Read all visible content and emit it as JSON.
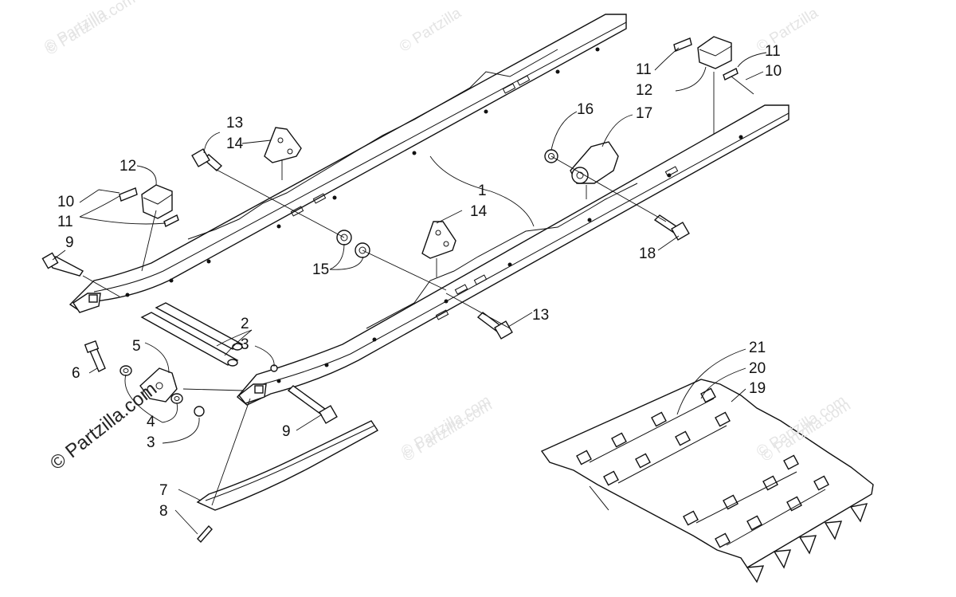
{
  "watermark_text": "© Partzilla",
  "brand_text": "© Partzilla.com",
  "watermarks": [
    {
      "text": "© Partzilla"
    },
    {
      "text": "© Partzilla"
    },
    {
      "text": "© Partzilla"
    },
    {
      "text": "© Partzilla.com"
    },
    {
      "text": "© Partzilla.com"
    },
    {
      "text": "© Partzilla.com"
    },
    {
      "text": "© Partzilla.com"
    },
    {
      "text": "© Partzilla.com"
    }
  ],
  "callouts": [
    {
      "id": "1",
      "label": "1"
    },
    {
      "id": "2",
      "label": "2"
    },
    {
      "id": "3a",
      "label": "3"
    },
    {
      "id": "3b",
      "label": "3"
    },
    {
      "id": "4",
      "label": "4"
    },
    {
      "id": "5",
      "label": "5"
    },
    {
      "id": "6",
      "label": "6"
    },
    {
      "id": "7",
      "label": "7"
    },
    {
      "id": "8",
      "label": "8"
    },
    {
      "id": "9a",
      "label": "9"
    },
    {
      "id": "9b",
      "label": "9"
    },
    {
      "id": "10a",
      "label": "10"
    },
    {
      "id": "10b",
      "label": "10"
    },
    {
      "id": "11a",
      "label": "11"
    },
    {
      "id": "11b",
      "label": "11"
    },
    {
      "id": "11c",
      "label": "11"
    },
    {
      "id": "12a",
      "label": "12"
    },
    {
      "id": "12b",
      "label": "12"
    },
    {
      "id": "13a",
      "label": "13"
    },
    {
      "id": "13b",
      "label": "13"
    },
    {
      "id": "14a",
      "label": "14"
    },
    {
      "id": "14b",
      "label": "14"
    },
    {
      "id": "15",
      "label": "15"
    },
    {
      "id": "16",
      "label": "16"
    },
    {
      "id": "17",
      "label": "17"
    },
    {
      "id": "18",
      "label": "18"
    },
    {
      "id": "19",
      "label": "19"
    },
    {
      "id": "20",
      "label": "20"
    },
    {
      "id": "21",
      "label": "21"
    }
  ]
}
